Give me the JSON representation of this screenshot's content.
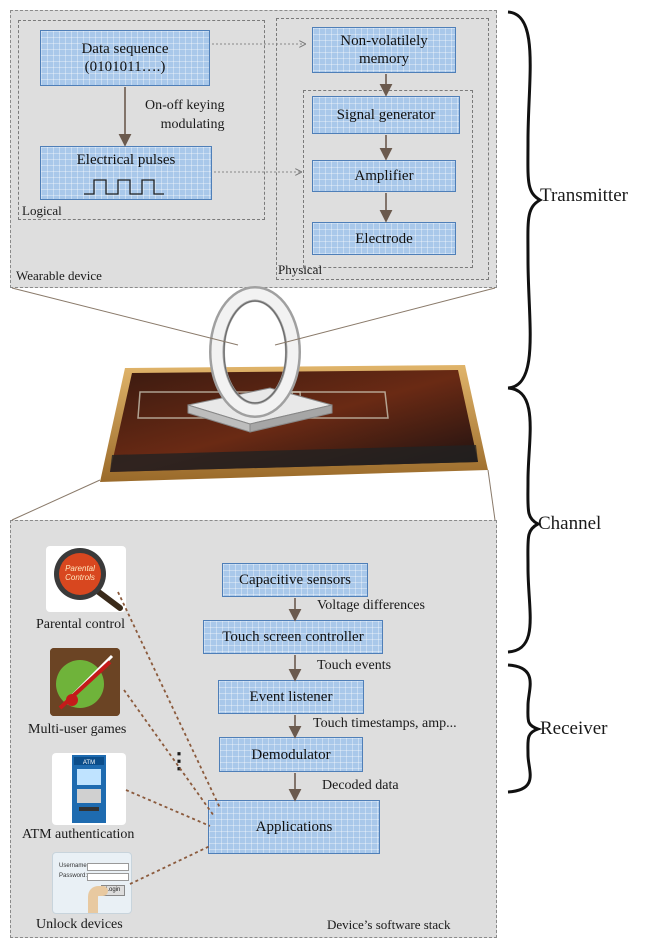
{
  "wearable": {
    "data_sequence": "Data sequence\n(0101011….)",
    "electrical_pulses": "Electrical pulses",
    "ook_label": "On-off keying\nmodulating",
    "logical_label": "Logical",
    "wearable_label": "Wearable device",
    "non_volatile": "Non-volatilely\nmemory",
    "signal_generator": "Signal generator",
    "amplifier": "Amplifier",
    "electrode": "Electrode",
    "physical_label": "Physical"
  },
  "stack": {
    "capacitive_sensors": "Capacitive sensors",
    "voltage_differences": "Voltage differences",
    "touch_controller": "Touch screen controller",
    "touch_events": "Touch events",
    "event_listener": "Event listener",
    "touch_timestamps": "Touch timestamps, amp...",
    "demodulator": "Demodulator",
    "decoded_data": "Decoded data",
    "applications": "Applications",
    "software_stack_label": "Device’s software stack"
  },
  "apps": {
    "parental_control": "Parental control",
    "parental_icon_text": "Parental\nControls",
    "multi_user_games": "Multi-user games",
    "atm_authentication": "ATM authentication",
    "atm_icon_text": "ATM",
    "unlock_devices": "Unlock devices",
    "username_label": "Username:",
    "password_label": "Password:",
    "login_label": "Login",
    "ellipsis": "⋮"
  },
  "sections": {
    "transmitter": "Transmitter",
    "channel": "Channel",
    "receiver": "Receiver"
  },
  "colors": {
    "box_fill": "#a9c8ea",
    "box_border": "#4f7fb8",
    "panel_fill": "#dedede",
    "arrow": "#6b5a4e"
  }
}
